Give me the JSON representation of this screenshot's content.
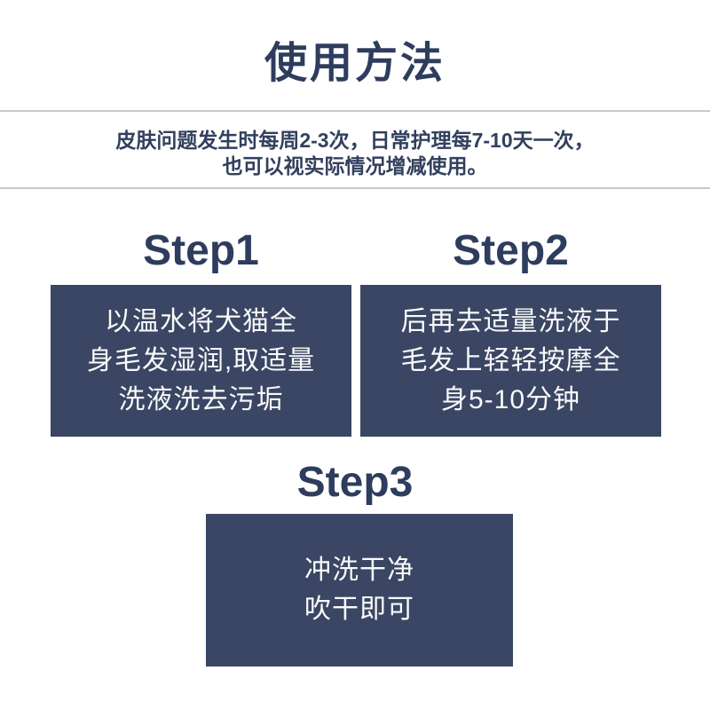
{
  "page": {
    "title": "使用方法",
    "subtitle": "皮肤问题发生时每周2-3次，日常护理每7-10天一次，\n也可以视实际情况增减使用。",
    "steps": [
      {
        "label": "Step1",
        "text": "以温水将犬猫全\n身毛发湿润,取适量\n洗液洗去污垢"
      },
      {
        "label": "Step2",
        "text": "后再去适量洗液于\n毛发上轻轻按摩全\n身5-10分钟"
      },
      {
        "label": "Step3",
        "text": "冲洗干净\n吹干即可"
      }
    ],
    "colors": {
      "heading_navy": "#2e3d5d",
      "card_navy": "#3a4663",
      "divider_gray": "#c9c9c9",
      "card_text": "#fafafa",
      "background": "#ffffff"
    }
  }
}
